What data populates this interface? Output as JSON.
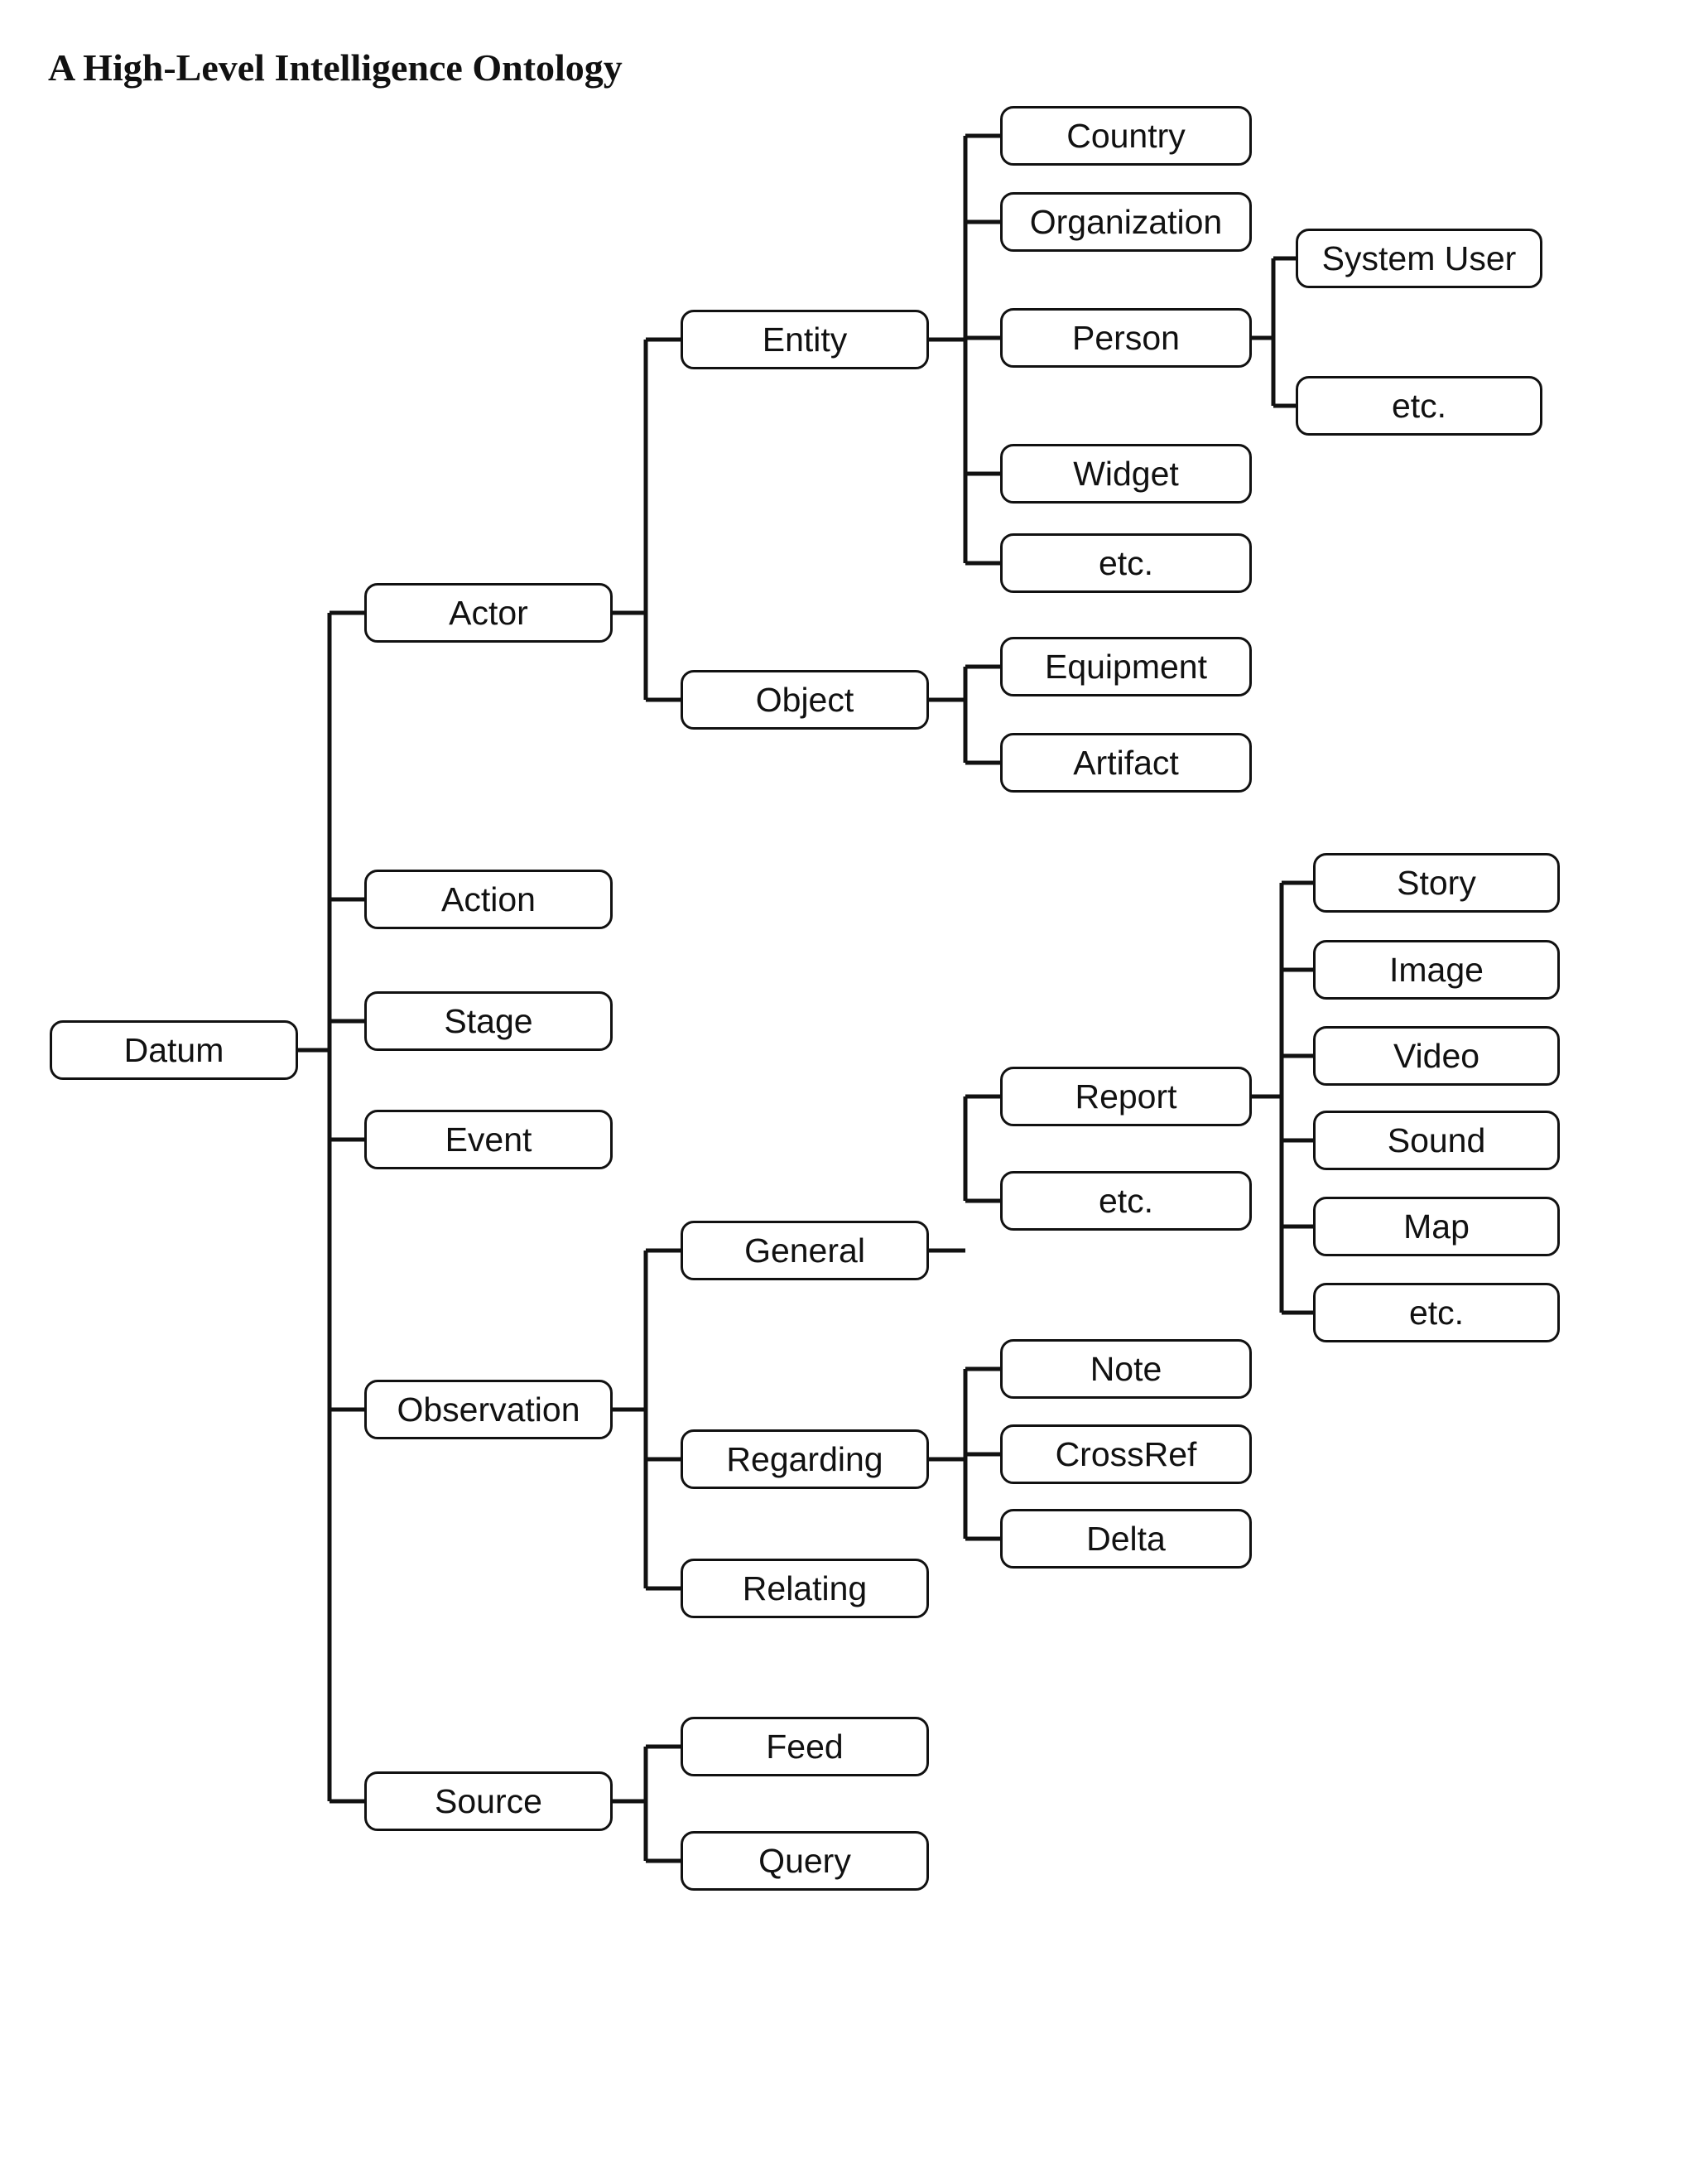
{
  "title": "A High-Level Intelligence Ontology",
  "nodes": {
    "datum": "Datum",
    "actor": "Actor",
    "action": "Action",
    "stage": "Stage",
    "event": "Event",
    "observation": "Observation",
    "source": "Source",
    "entity": "Entity",
    "object": "Object",
    "general": "General",
    "regarding": "Regarding",
    "relating": "Relating",
    "feed": "Feed",
    "query": "Query",
    "country": "Country",
    "organization": "Organization",
    "person": "Person",
    "widget": "Widget",
    "entity_etc": "etc.",
    "equipment": "Equipment",
    "artifact": "Artifact",
    "report": "Report",
    "general_etc": "etc.",
    "note": "Note",
    "crossref": "CrossRef",
    "delta": "Delta",
    "system_user": "System User",
    "person_etc": "etc.",
    "story": "Story",
    "image": "Image",
    "video": "Video",
    "sound": "Sound",
    "map": "Map",
    "report_etc": "etc."
  },
  "hierarchy": {
    "Datum": [
      "Actor",
      "Action",
      "Stage",
      "Event",
      "Observation",
      "Source"
    ],
    "Actor": [
      "Entity",
      "Object"
    ],
    "Entity": [
      "Country",
      "Organization",
      "Person",
      "Widget",
      "etc."
    ],
    "Person": [
      "System User",
      "etc."
    ],
    "Object": [
      "Equipment",
      "Artifact"
    ],
    "Observation": [
      "General",
      "Regarding",
      "Relating"
    ],
    "General": [
      "Report",
      "etc."
    ],
    "Report": [
      "Story",
      "Image",
      "Video",
      "Sound",
      "Map",
      "etc."
    ],
    "Regarding": [
      "Note",
      "CrossRef",
      "Delta"
    ],
    "Source": [
      "Feed",
      "Query"
    ]
  }
}
